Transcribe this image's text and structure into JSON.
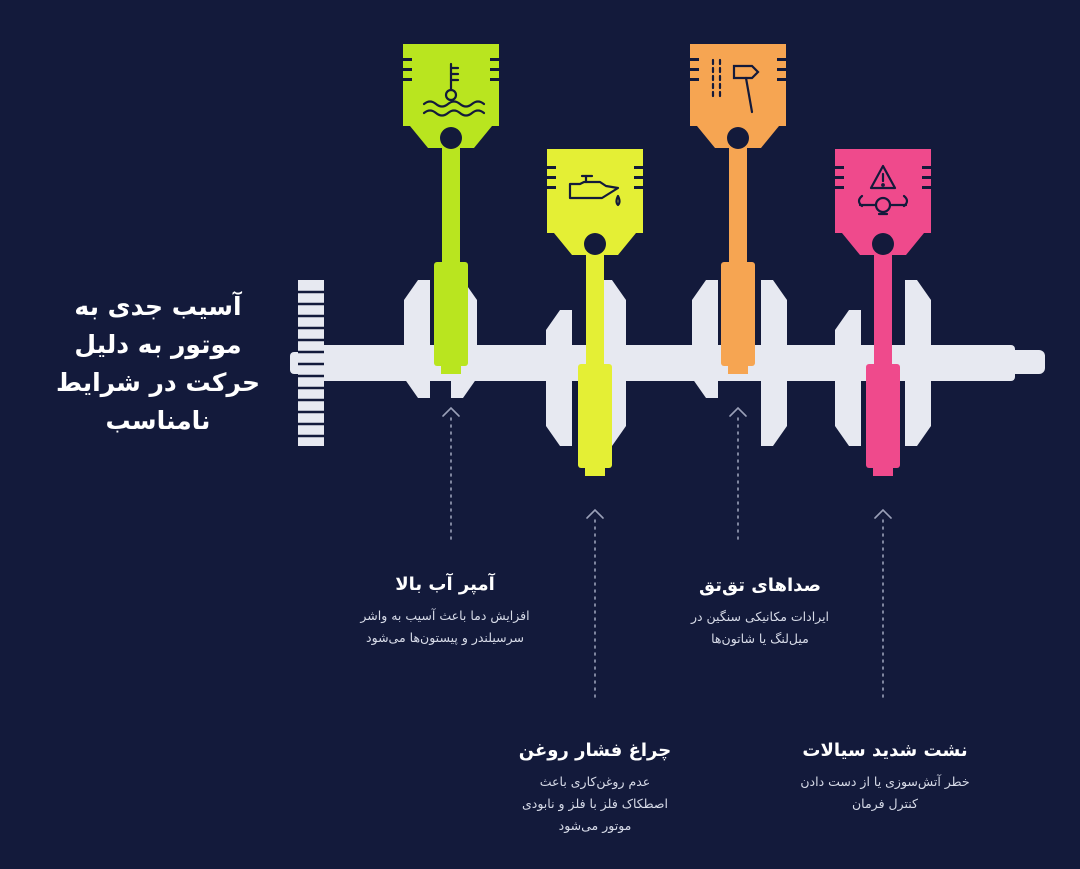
{
  "title": "آسیب جدی به موتور به دلیل حرکت در شرایط نامناسب",
  "colors": {
    "background": "#131a3b",
    "shaft": "#e7e9f1",
    "lime": "#b9e51f",
    "yellow": "#e4ef35",
    "orange": "#f6a552",
    "pink": "#ef4a8c",
    "dotted": "#9aa0b8"
  },
  "pistons": [
    {
      "color": "lime",
      "icon": "coolant-temperature-icon"
    },
    {
      "color": "yellow",
      "icon": "oil-can-icon"
    },
    {
      "color": "orange",
      "icon": "hammer-knock-icon"
    },
    {
      "color": "pink",
      "icon": "warning-leak-icon"
    }
  ],
  "labels": [
    {
      "id": "temp",
      "title": "آمپر آب بالا",
      "desc": [
        "افزایش دما باعث آسیب به واشر",
        "سرسیلندر و پیستون‌ها می‌شود"
      ]
    },
    {
      "id": "knock",
      "title": "صداهای تق‌تق",
      "desc": [
        "ایرادات مکانیکی سنگین در",
        "میل‌لنگ یا شاتون‌ها"
      ]
    },
    {
      "id": "oil",
      "title": "چراغ فشار روغن",
      "desc": [
        "عدم روغن‌کاری باعث",
        "اصطکاک فلز با فلز و نابودی",
        "موتور می‌شود"
      ]
    },
    {
      "id": "leak",
      "title": "نشت شدید سیالات",
      "desc": [
        "خطر آتش‌سوزی یا از دست دادن",
        "کنترل فرمان"
      ]
    }
  ]
}
